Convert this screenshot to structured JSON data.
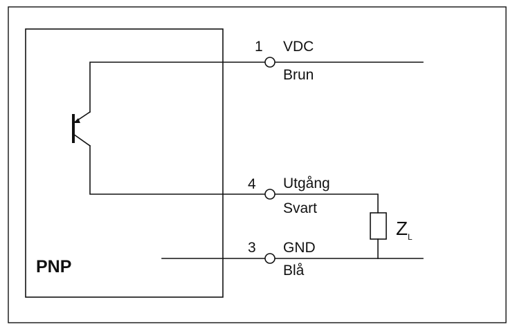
{
  "device": {
    "type_label": "PNP"
  },
  "pins": [
    {
      "number": "1",
      "signal": "VDC",
      "color": "Brun"
    },
    {
      "number": "4",
      "signal": "Utgång",
      "color": "Svart"
    },
    {
      "number": "3",
      "signal": "GND",
      "color": "Blå"
    }
  ],
  "load": {
    "symbol": "Z",
    "subscript": "L"
  },
  "colors": {
    "line": "#111111",
    "background": "#ffffff"
  }
}
